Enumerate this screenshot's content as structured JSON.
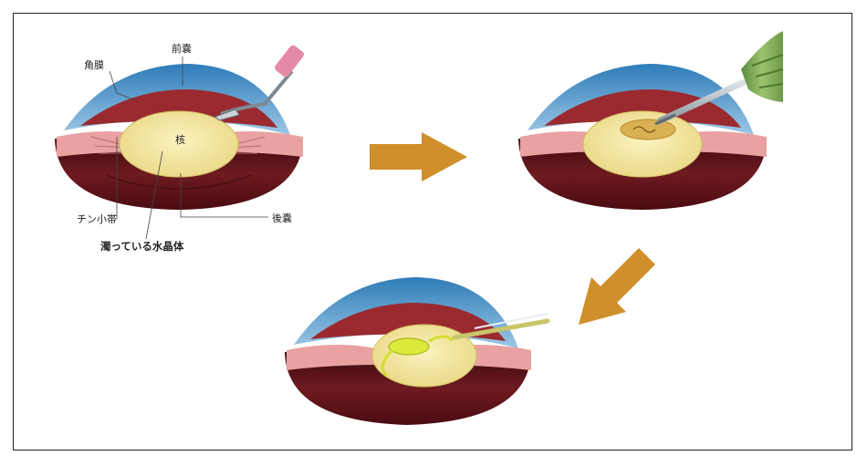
{
  "labels": {
    "cornea": "角膜",
    "anterior_capsule": "前嚢",
    "nucleus": "核",
    "zonule": "チン小帯",
    "posterior_capsule": "後嚢",
    "cloudy_lens": "濁っている水晶体"
  },
  "colors": {
    "cornea": "#3f8fc6",
    "iris": "#7a1f25",
    "eye_body": "#5a1016",
    "lens": "#f3e7a2",
    "arrow": "#cf8f2a",
    "iol": "#dbe93a"
  }
}
